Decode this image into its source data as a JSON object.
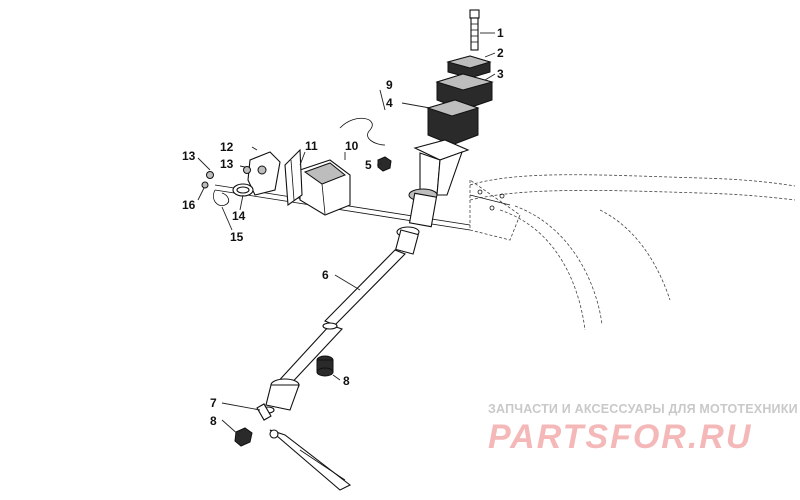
{
  "diagram": {
    "callouts": [
      {
        "id": "c1",
        "label": "1"
      },
      {
        "id": "c2",
        "label": "2"
      },
      {
        "id": "c3",
        "label": "3"
      },
      {
        "id": "c4",
        "label": "4"
      },
      {
        "id": "c5",
        "label": "5"
      },
      {
        "id": "c6",
        "label": "6"
      },
      {
        "id": "c7",
        "label": "7"
      },
      {
        "id": "c8a",
        "label": "8"
      },
      {
        "id": "c8b",
        "label": "8"
      },
      {
        "id": "c9",
        "label": "9"
      },
      {
        "id": "c10",
        "label": "10"
      },
      {
        "id": "c11",
        "label": "11"
      },
      {
        "id": "c12",
        "label": "12"
      },
      {
        "id": "c13a",
        "label": "13"
      },
      {
        "id": "c13b",
        "label": "13"
      },
      {
        "id": "c14",
        "label": "14"
      },
      {
        "id": "c15",
        "label": "15"
      },
      {
        "id": "c16",
        "label": "16"
      }
    ]
  },
  "watermark": {
    "tagline": "ЗАПЧАСТИ И АКСЕССУАРЫ ДЛЯ МОТОТЕХНИКИ",
    "logo": "PARTSFOR.RU"
  }
}
